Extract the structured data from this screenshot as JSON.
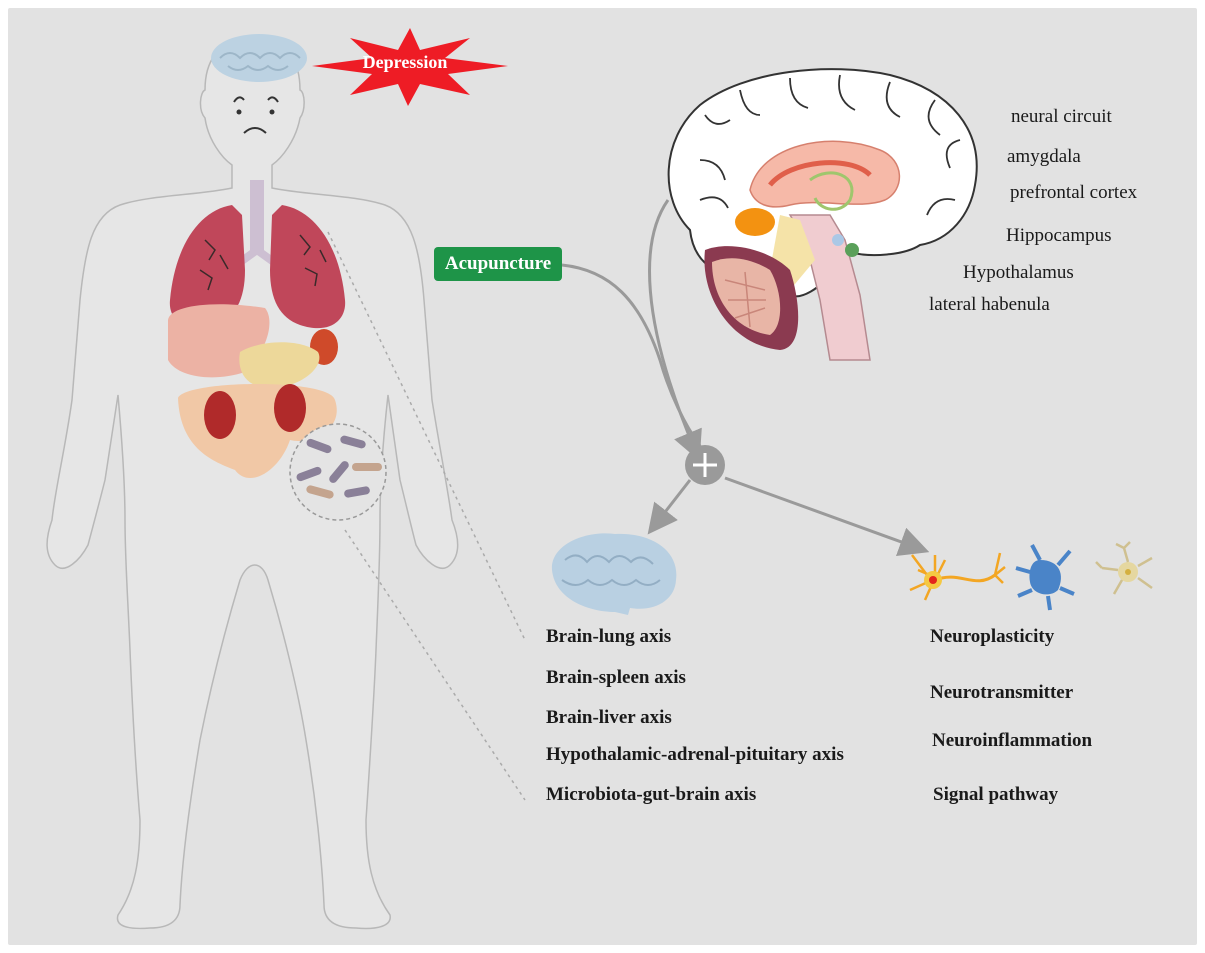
{
  "colors": {
    "background": "#e2e2e2",
    "acupuncture_tag": "#1e9448",
    "depression_burst": "#ee1c25",
    "arrow": "#9a9a9a"
  },
  "depression_label": "Depression",
  "acupuncture_label": "Acupuncture",
  "brain_regions": [
    "neural circuit",
    "amygdala",
    "prefrontal cortex",
    "Hippocampus",
    "Hypothalamus",
    "lateral habenula"
  ],
  "axes": [
    "Brain-lung axis",
    "Brain-spleen axis",
    "Brain-liver axis",
    "Hypothalamic-adrenal-pituitary axis",
    "Microbiota-gut-brain axis"
  ],
  "mechanisms": [
    "Neuroplasticity",
    "Neurotransmitter",
    "Neuroinflammation",
    "Signal pathway"
  ],
  "icons": {
    "plus": "plus-icon",
    "brain_small": "brain-icon",
    "neuron": "neuron-icon",
    "astrocyte": "astrocyte-icon",
    "microglia": "microglia-icon",
    "bacteria": "bacteria-icon"
  }
}
